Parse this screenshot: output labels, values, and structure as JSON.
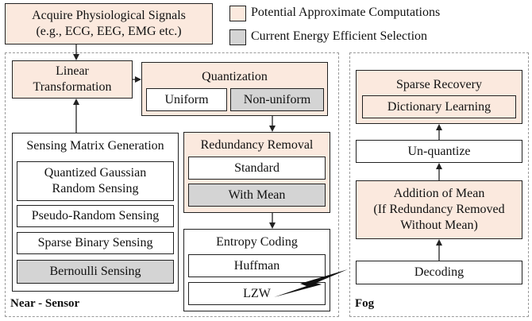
{
  "acquire": {
    "line1": "Acquire Physiological Signals",
    "line2": "(e.g., ECG, EEG, EMG etc.)"
  },
  "legend": {
    "potential": "Potential Approximate Computations",
    "current": "Current Energy Efficient Selection",
    "potential_color": "#fbe9de",
    "current_color": "#d4d4d4"
  },
  "regions": {
    "near": "Near - Sensor",
    "fog": "Fog"
  },
  "linear": {
    "line1": "Linear",
    "line2": "Transformation"
  },
  "quantization": {
    "title": "Quantization",
    "uniform": "Uniform",
    "nonuniform": "Non-uniform"
  },
  "sensing": {
    "title": "Sensing Matrix Generation",
    "qg_line1": "Quantized Gaussian",
    "qg_line2": "Random Sensing",
    "pseudo": "Pseudo-Random Sensing",
    "sparse": "Sparse Binary Sensing",
    "bernoulli": "Bernoulli Sensing"
  },
  "redundancy": {
    "title": "Redundancy Removal",
    "standard": "Standard",
    "withmean": "With Mean"
  },
  "entropy": {
    "title": "Entropy Coding",
    "huffman": "Huffman",
    "lzw": "LZW"
  },
  "fog": {
    "sparse_title": "Sparse Recovery",
    "dictionary": "Dictionary Learning",
    "unquantize": "Un-quantize",
    "add_line1": "Addition of Mean",
    "add_line2": "(If Redundancy Removed",
    "add_line3": "Without Mean)",
    "decoding": "Decoding"
  }
}
